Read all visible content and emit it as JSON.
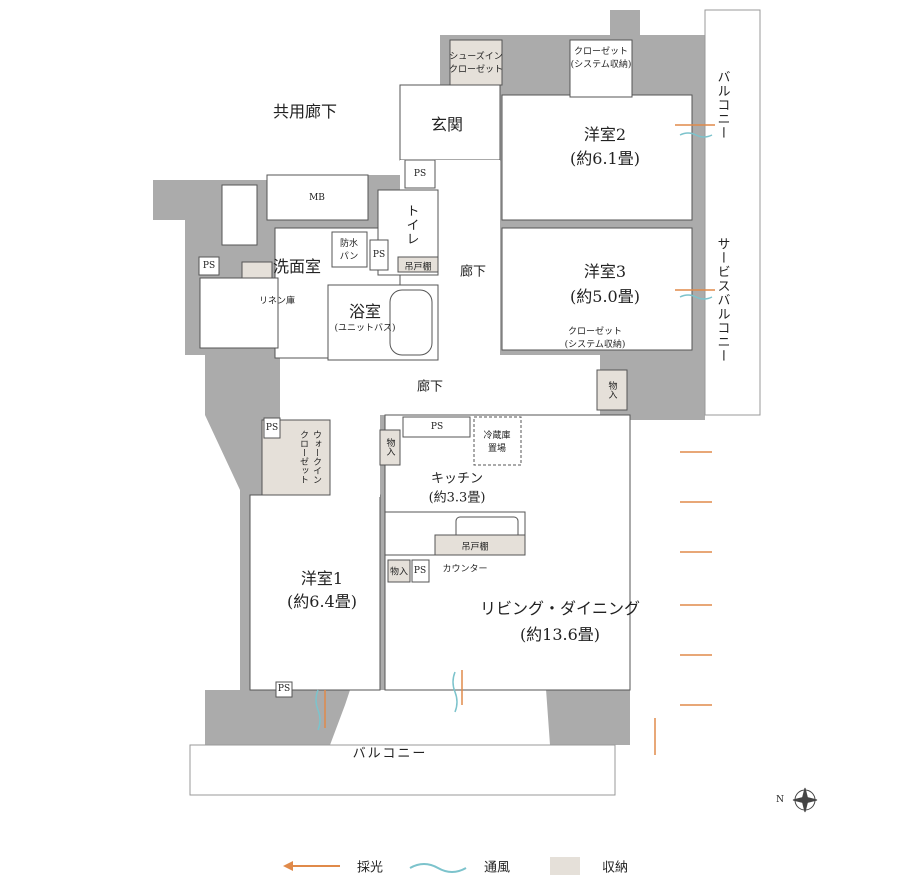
{
  "colors": {
    "wall": "#ababab",
    "storage": "#e5e0d9",
    "light": "#e08a4a",
    "wind": "#7cc3cc"
  },
  "rooms": {
    "western2": {
      "name": "洋室2",
      "size": "(約6.1畳)"
    },
    "western3": {
      "name": "洋室3",
      "size": "(約5.0畳)"
    },
    "western1": {
      "name": "洋室1",
      "size": "(約6.4畳)"
    },
    "kitchen": {
      "name": "キッチン",
      "size": "(約3.3畳)"
    },
    "living": {
      "name": "リビング・ダイニング",
      "size": "(約13.6畳)"
    },
    "entrance": "玄関",
    "common_corridor": "共用廊下",
    "hall_upper": "廊下",
    "hall_lower": "廊下",
    "washroom": "洗面室",
    "bath": {
      "name": "浴室",
      "sub": "(ユニットバス)"
    },
    "toilet": "トイレ",
    "balcony_bottom": "バルコニー",
    "balcony_right": "バルコニー",
    "service_balcony": "サービスバルコニー"
  },
  "fixtures": {
    "shoes_closet": "シューズイン\nクローゼット",
    "closet2": "クローゼット\n(システム収納)",
    "closet3": "クローゼット\n(システム収納)",
    "mb": "MB",
    "ps": "PS",
    "waterproof_pan": "防水\nパン",
    "linen": "リネン庫",
    "hanging_shelf": "吊戸棚",
    "walkin_closet": "ウォークイン\nクローゼット",
    "fridge": "冷蔵庫\n置場",
    "storage": "物入",
    "counter": "カウンター"
  },
  "legend": {
    "light": "採光",
    "wind": "通風",
    "storage": "収納"
  },
  "compass": "N"
}
